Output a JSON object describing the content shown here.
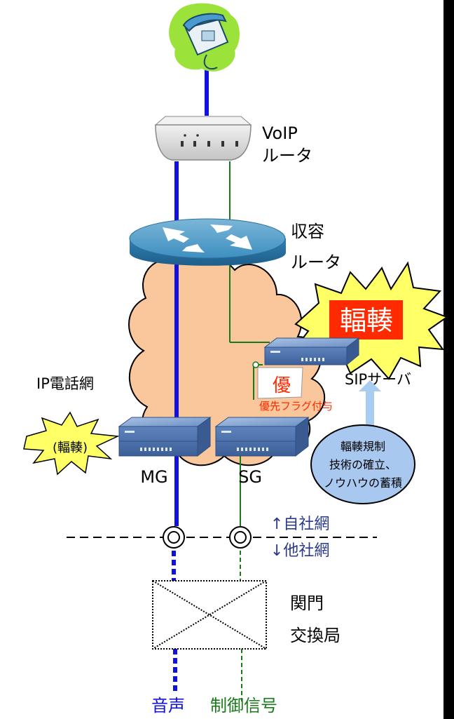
{
  "labels": {
    "voip_router": [
      "VoIP",
      "ルータ"
    ],
    "access_router": [
      "収容",
      "ルータ"
    ],
    "ip_network": "IP電話網",
    "sip_server": "SIPサーバ",
    "congestion": "輻輳",
    "mg_congestion": "(輻輳)",
    "mg": "MG",
    "sg": "SG",
    "priority_char": "優",
    "priority_flag": "優先フラグ付与",
    "bubble": [
      "輻輳規制",
      "技術の確立、",
      "ノウハウの蓄積"
    ],
    "own_network": "↑自社網",
    "other_network": "↓他社網",
    "gateway_exchange": [
      "関門",
      "交換局"
    ],
    "legend_voice": "音声",
    "legend_control": "制御信号"
  },
  "colors": {
    "voice_line": "#1010e0",
    "control_line": "#1a7a1a",
    "cloud": "#f9c79b",
    "burst": "#ffff66",
    "bubble": "#a8c8f0",
    "arrow": "#a9cdee",
    "priority_red": "#ff2a00",
    "network_label": "#2a3a8a"
  }
}
